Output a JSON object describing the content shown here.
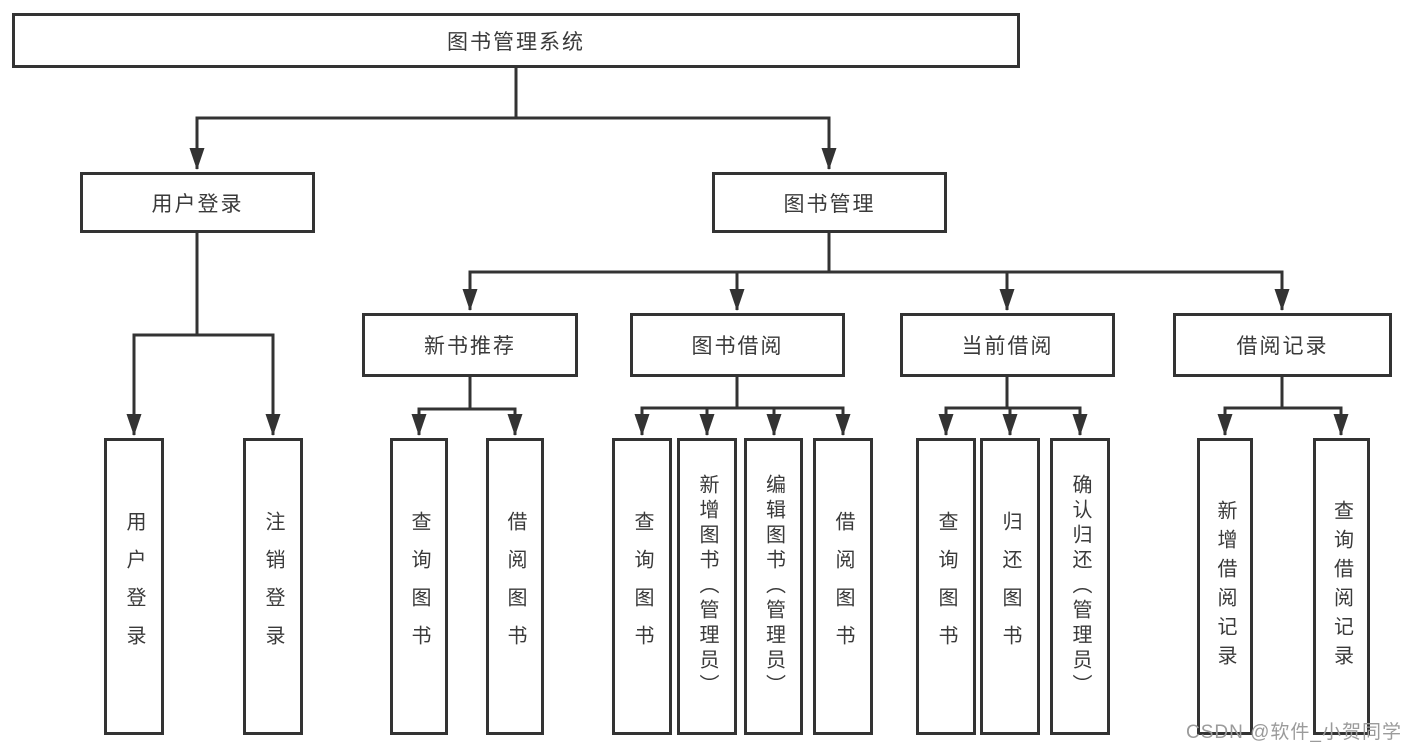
{
  "diagram": {
    "title_node": {
      "label": "图书管理系统"
    },
    "level2": [
      {
        "id": "user-login",
        "label": "用户登录"
      },
      {
        "id": "book-management",
        "label": "图书管理"
      }
    ],
    "level3": [
      {
        "id": "new-book-recommend",
        "parent": "图书管理",
        "label": "新书推荐"
      },
      {
        "id": "book-borrow",
        "parent": "图书管理",
        "label": "图书借阅"
      },
      {
        "id": "current-borrow",
        "parent": "图书管理",
        "label": "当前借阅"
      },
      {
        "id": "borrow-records",
        "parent": "图书管理",
        "label": "借阅记录"
      }
    ],
    "leaves": [
      {
        "parent": "用户登录",
        "label": "用户登录"
      },
      {
        "parent": "用户登录",
        "label": "注销登录"
      },
      {
        "parent": "新书推荐",
        "label": "查询图书"
      },
      {
        "parent": "新书推荐",
        "label": "借阅图书"
      },
      {
        "parent": "图书借阅",
        "label": "查询图书"
      },
      {
        "parent": "图书借阅",
        "label": "新增图书（管理员）"
      },
      {
        "parent": "图书借阅",
        "label": "编辑图书（管理员）"
      },
      {
        "parent": "图书借阅",
        "label": "借阅图书"
      },
      {
        "parent": "当前借阅",
        "label": "查询图书"
      },
      {
        "parent": "当前借阅",
        "label": "归还图书"
      },
      {
        "parent": "当前借阅",
        "label": "确认归还（管理员）"
      },
      {
        "parent": "借阅记录",
        "label": "新增借阅记录"
      },
      {
        "parent": "借阅记录",
        "label": "查询借阅记录"
      }
    ],
    "colors": {
      "line": "#333333",
      "box_border": "#333333",
      "text": "#3a3a3a",
      "watermark": "#9b9b9b",
      "background": "#ffffff"
    }
  },
  "watermark": {
    "text": "CSDN @软件_小贺同学"
  }
}
